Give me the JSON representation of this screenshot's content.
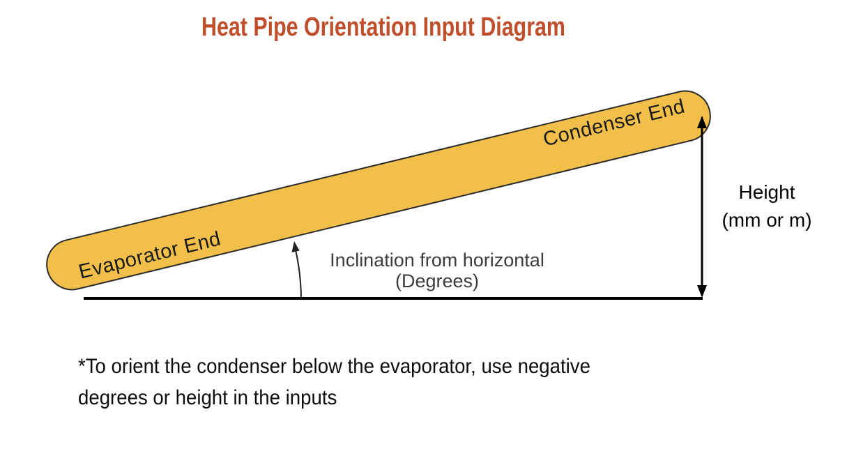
{
  "title": "Heat Pipe Orientation Input Diagram",
  "pipe": {
    "evaporator_label": "Evaporator End",
    "condenser_label": "Condenser End"
  },
  "annotations": {
    "inclination_line1": "Inclination from horizontal",
    "inclination_line2": "(Degrees)",
    "height_line1": "Height",
    "height_line2": "(mm or m)"
  },
  "footnote": {
    "line1": "*To orient the condenser below the evaporator, use negative",
    "line2": "degrees or height in the inputs"
  },
  "colors": {
    "title_text": "#C04E2A",
    "pipe_fill": "#F2C04A",
    "pipe_outline": "#2b2b2b",
    "annotation_text": "#3c3c3c",
    "arrow_and_line": "#000000"
  }
}
